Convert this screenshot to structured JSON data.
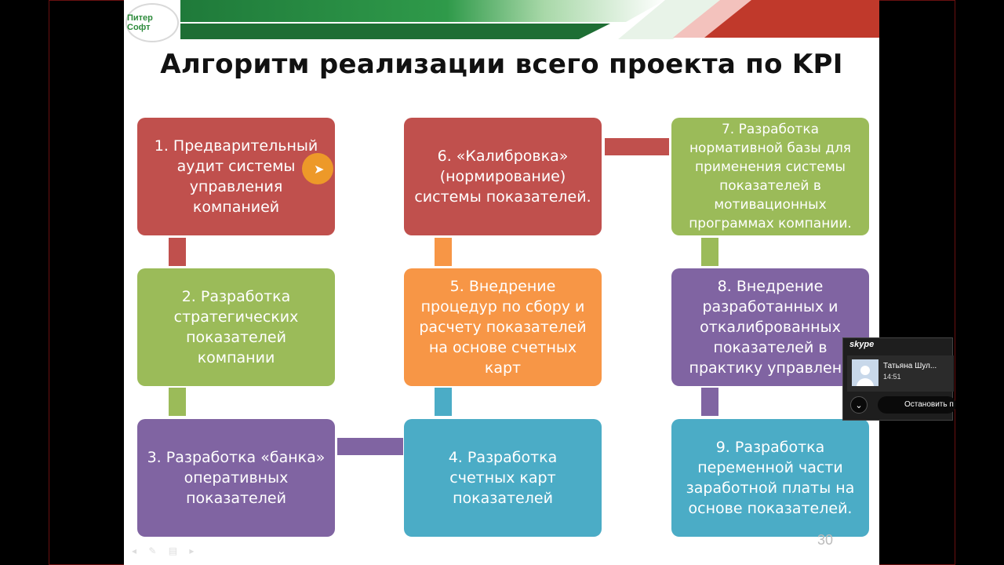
{
  "slide": {
    "logo_text": "Питер Софт",
    "title": "Алгоритм реализации всего проекта по KPI",
    "page_number": "30"
  },
  "boxes": [
    {
      "id": "step-1",
      "text": "1. Предварительный аудит системы управления компанией",
      "color": "#c0504d"
    },
    {
      "id": "step-2",
      "text": "2. Разработка стратегических показателей компании",
      "color": "#9bbb59"
    },
    {
      "id": "step-3",
      "text": "3. Разработка «банка» оперативных показателей",
      "color": "#8064a2"
    },
    {
      "id": "step-4",
      "text": "4. Разработка счетных карт показателей",
      "color": "#4bacc6"
    },
    {
      "id": "step-5",
      "text": "5. Внедрение процедур по сбору и расчету показателей на основе счетных карт",
      "color": "#f79646"
    },
    {
      "id": "step-6",
      "text": "6. «Калибровка» (нормирование) системы показателей.",
      "color": "#c0504d"
    },
    {
      "id": "step-7",
      "text": "7. Разработка нормативной базы для применения системы показателей в мотивационных программах компании.",
      "color": "#9bbb59"
    },
    {
      "id": "step-8",
      "text": "8. Внедрение разработанных и откалиброванных показателей в практику управлени",
      "color": "#8064a2"
    },
    {
      "id": "step-9",
      "text": "9. Разработка переменной части заработной платы на основе показателей.",
      "color": "#4bacc6"
    }
  ],
  "skype": {
    "logo": "skype",
    "contact_name": "Татьяна Шул...",
    "time": "14:51",
    "stop_label": "Остановить п"
  }
}
